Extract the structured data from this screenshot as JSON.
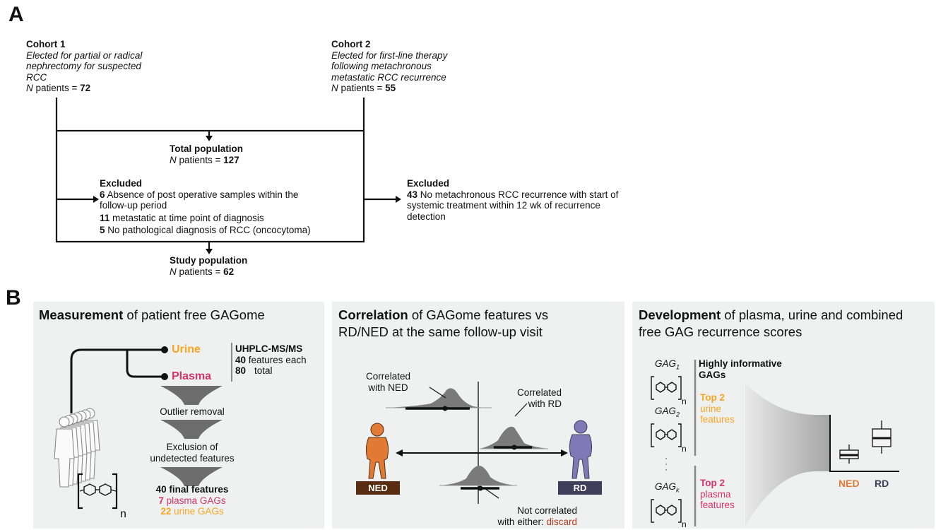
{
  "labels": {
    "a": "A",
    "b": "B"
  },
  "cohort1": {
    "title": "Cohort 1",
    "desc": [
      "Elected for partial or radical",
      "nephrectomy for suspected",
      "RCC"
    ],
    "n_prefix": "N",
    "n_label": " patients = ",
    "n_value": "72"
  },
  "cohort2": {
    "title": "Cohort 2",
    "desc": [
      "Elected for first-line therapy",
      "following metachronous",
      "metastatic RCC recurrence"
    ],
    "n_prefix": "N",
    "n_label": " patients = ",
    "n_value": "55"
  },
  "total": {
    "title": "Total population",
    "n_prefix": "N",
    "n_label": " patients = ",
    "n_value": "127"
  },
  "excluded_left": {
    "title": "Excluded",
    "items": [
      {
        "num": "6",
        "text": " Absence of post operative samples within the",
        "cont": "follow-up period"
      },
      {
        "num": "11",
        "text": " metastatic at time point of diagnosis"
      },
      {
        "num": "5",
        "text": " No pathological diagnosis of RCC (oncocytoma)"
      }
    ]
  },
  "excluded_right": {
    "title": "Excluded",
    "num": "43",
    "lines": [
      " No metachronous RCC recurrence with start of",
      "systemic treatment within 12 wk of recurrence",
      "detection"
    ]
  },
  "study": {
    "title": "Study population",
    "n_prefix": "N",
    "n_label": " patients = ",
    "n_value": "62"
  },
  "panel1": {
    "title_bold": "Measurement",
    "title_rest": " of patient free GAGome",
    "urine": "Urine",
    "plasma": "Plasma",
    "method": "UHPLC-MS/MS",
    "features_num": "40",
    "features_text": " features each",
    "total_num": "80",
    "total_text": "total",
    "outlier": "Outlier removal",
    "exclusion": [
      "Exclusion of",
      "undetected features"
    ],
    "final": "40 final features",
    "plasma_num": "7",
    "plasma_text": " plasma GAGs",
    "urine_num": "22",
    "urine_text": " urine GAGs",
    "n_sub": "n"
  },
  "panel2": {
    "title_bold": "Correlation",
    "title_rest": " of GAGome features vs",
    "title_line2": "RD/NED at the same follow-up visit",
    "corr_ned": [
      "Correlated",
      "with NED"
    ],
    "corr_rd": [
      "Correlated",
      "with RD"
    ],
    "not_corr": [
      "Not correlated",
      "with either: "
    ],
    "discard": "discard",
    "ned": "NED",
    "rd": "RD"
  },
  "panel3": {
    "title_bold": "Development",
    "title_rest": " of plasma, urine and combined",
    "title_line2": "free GAG recurrence scores",
    "gag1": "GAG",
    "gag1_sub": "1",
    "gag2": "GAG",
    "gag2_sub": "2",
    "gagk": "GAG",
    "gagk_sub": "k",
    "n_sub": "n",
    "highly": [
      "Highly informative",
      "GAGs"
    ],
    "top_urine": [
      "Top 2",
      "urine",
      "features"
    ],
    "top_plasma": [
      "Top 2",
      "plasma",
      "features"
    ],
    "ned": "NED",
    "rd": "RD"
  },
  "colors": {
    "urine": "#f5a623",
    "plasma": "#d6336c",
    "ned_figure": "#e07a35",
    "rd_figure": "#7f79b5",
    "ned_box": "#5a2d13",
    "rd_box": "#3f3f5c",
    "discard": "#b03a1f",
    "panel_bg": "#eef1ef"
  }
}
